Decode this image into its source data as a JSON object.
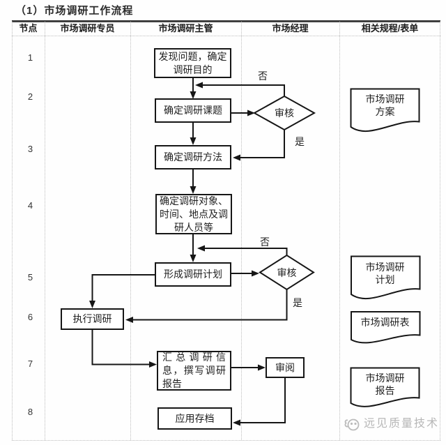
{
  "title": "（1）市场调研工作流程",
  "table": {
    "headers": [
      "节点",
      "市场调研专员",
      "市场调研主管",
      "市场经理",
      "相关规程/表单"
    ],
    "node_numbers": [
      "1",
      "2",
      "3",
      "4",
      "5",
      "6",
      "7",
      "8"
    ]
  },
  "flow": {
    "step1": {
      "line1": "发现问题，确定",
      "line2": "调研目的"
    },
    "step2": {
      "label": "确定调研课题"
    },
    "decision1": {
      "label": "审核"
    },
    "step3": {
      "label": "确定调研方法"
    },
    "step4": {
      "line1": "确定调研对象、",
      "line2": "时间、地点及调",
      "line3": "研人员等"
    },
    "step5": {
      "label": "形成调研计划"
    },
    "decision2": {
      "label": "审核"
    },
    "step6": {
      "label": "执行调研"
    },
    "step7": {
      "line1": "汇总调研信",
      "line2": "息，撰写调研",
      "line3": "报告"
    },
    "review": {
      "label": "审阅"
    },
    "step8": {
      "label": "应用存档"
    },
    "labels": {
      "no1": "否",
      "yes1": "是",
      "no2": "否",
      "yes2": "是"
    }
  },
  "documents": {
    "doc1": {
      "line1": "市场调研",
      "line2": "方案"
    },
    "doc2": {
      "line1": "市场调研",
      "line2": "计划"
    },
    "doc3": {
      "label": "市场调研表"
    },
    "doc4": {
      "line1": "市场调研",
      "line2": "报告"
    }
  },
  "watermark": {
    "text": "远见质量技术"
  },
  "colors": {
    "line": "#161616",
    "table_top_border": "#3f3f3f",
    "grid_line": "#bdbdbd",
    "text": "#1f1f1f",
    "watermark": "#b7b7b7"
  }
}
